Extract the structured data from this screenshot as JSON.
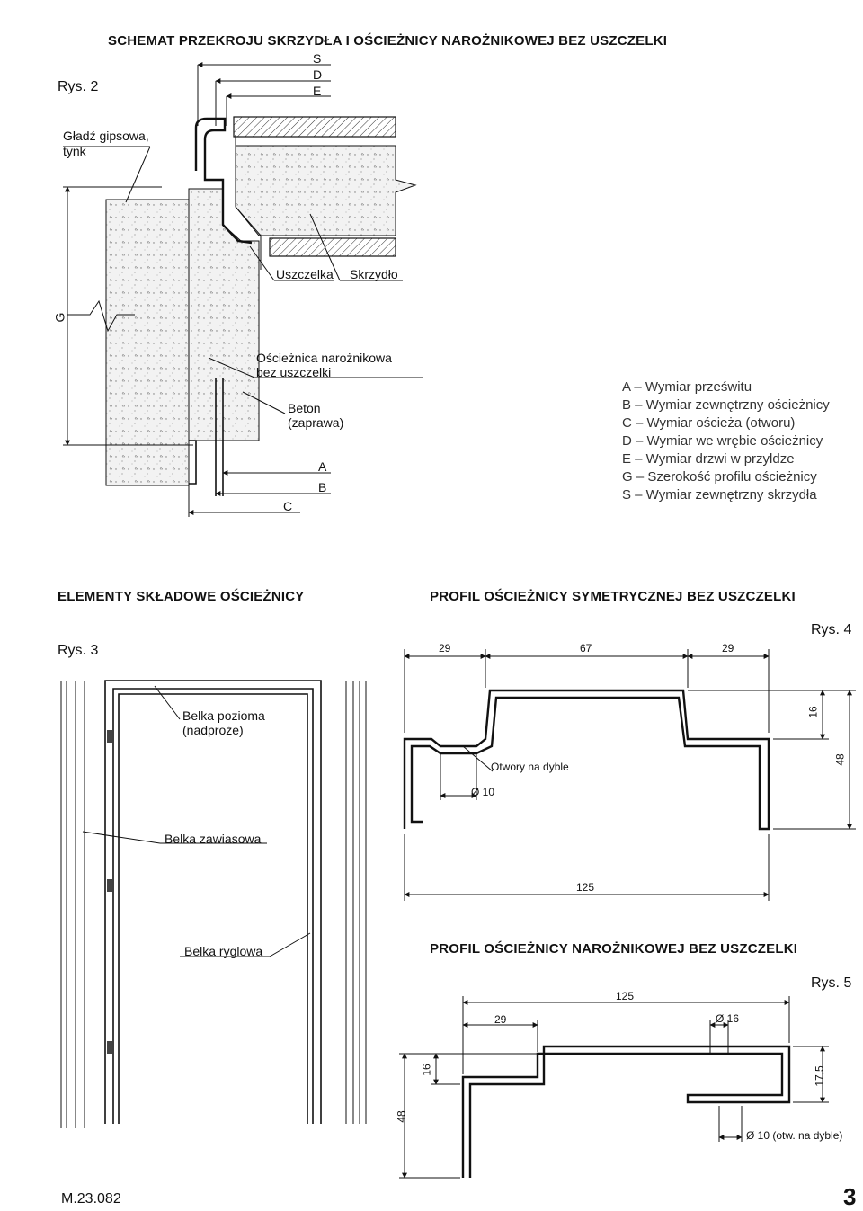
{
  "section1": {
    "title": "SCHEMAT PRZEKROJU SKRZYDŁA I OŚCIEŻNICY NAROŻNIKOWEJ BEZ USZCZELKI",
    "figure": "Rys. 2",
    "labels": {
      "gladz": "Gładź gipsowa,",
      "tynk": "tynk",
      "s": "S",
      "d": "D",
      "e": "E",
      "uszczelka": "Uszczelka",
      "skrzydlo": "Skrzydło",
      "g": "G",
      "oscieznica1": "Ościeżnica narożnikowa",
      "oscieznica2": "bez uszczelki",
      "beton1": "Beton",
      "beton2": "(zaprawa)",
      "a": "A",
      "b": "B",
      "c": "C"
    },
    "legend": [
      "A – Wymiar prześwitu",
      "B – Wymiar zewnętrzny ościeżnicy",
      "C – Wymiar ościeża (otworu)",
      "D – Wymiar we wrębie ościeżnicy",
      "E – Wymiar drzwi w przyldze",
      "G – Szerokość profilu ościeżnicy",
      "S – Wymiar zewnętrzny skrzydła"
    ]
  },
  "section2": {
    "title": "ELEMENTY SKŁADOWE OŚCIEŻNICY",
    "figure": "Rys. 3",
    "labels": {
      "belka_pozioma1": "Belka pozioma",
      "belka_pozioma2": "(nadproże)",
      "belka_zawiasowa": "Belka zawiasowa",
      "belka_ryglowa": "Belka ryglowa"
    }
  },
  "section3": {
    "title": "PROFIL OŚCIEŻNICY SYMETRYCZNEJ BEZ USZCZELKI",
    "figure": "Rys. 4",
    "dims": {
      "left": "29",
      "mid": "67",
      "right": "29",
      "depth": "16",
      "height": "48",
      "width": "125"
    },
    "labels": {
      "otwory": "Otwory na dyble",
      "fi10": "Ø 10"
    }
  },
  "section4": {
    "title": "PROFIL OŚCIEŻNICY NAROŻNIKOWEJ BEZ USZCZELKI",
    "figure": "Rys. 5",
    "dims": {
      "width": "125",
      "left": "29",
      "fi16": "Ø 16",
      "d16": "16",
      "d175": "17,5",
      "d48": "48"
    },
    "labels": {
      "fi10": "Ø 10 (otw. na dyble)"
    }
  },
  "footer": {
    "code": "M.23.082",
    "page": "3"
  }
}
